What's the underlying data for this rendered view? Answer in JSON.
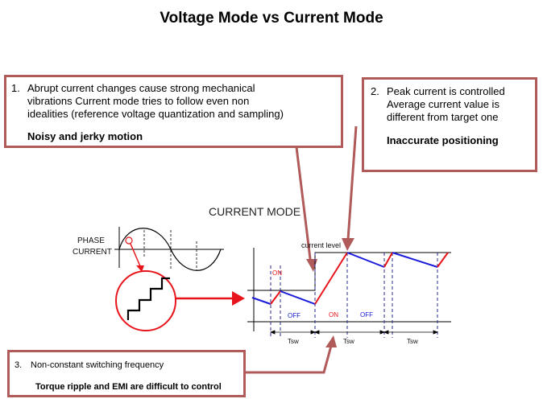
{
  "title": "Voltage Mode vs Current Mode",
  "callout1": {
    "number": "1.",
    "lines": [
      "Abrupt current changes cause strong mechanical",
      "vibrations Current mode  tries to follow even non",
      "idealities (reference voltage quantization and sampling)"
    ],
    "emphasis": "Noisy and jerky motion"
  },
  "callout2": {
    "number": "2.",
    "lines": [
      "Peak current is controlled",
      "Average current value is",
      "different from  target one"
    ],
    "emphasis": "Inaccurate positioning"
  },
  "callout3": {
    "number": "3.",
    "line": "Non-constant switching frequency",
    "emphasis": "Torque ripple and EMI are difficult  to control"
  },
  "diagram": {
    "heading": "CURRENT MODE",
    "phase_label_1": "PHASE",
    "phase_label_2": "CURRENT",
    "current_level_label": "current level",
    "on_labels": [
      "ON",
      "ON"
    ],
    "off_labels": [
      "OFF",
      "OFF"
    ],
    "tsw_labels": [
      "Tsw",
      "Tsw",
      "Tsw"
    ]
  },
  "colors": {
    "callout_border": "#b05a5a",
    "red_trace": "#e8141b",
    "blue_trace": "#1a1adb",
    "dashed_guides": "#2a2a8a"
  }
}
